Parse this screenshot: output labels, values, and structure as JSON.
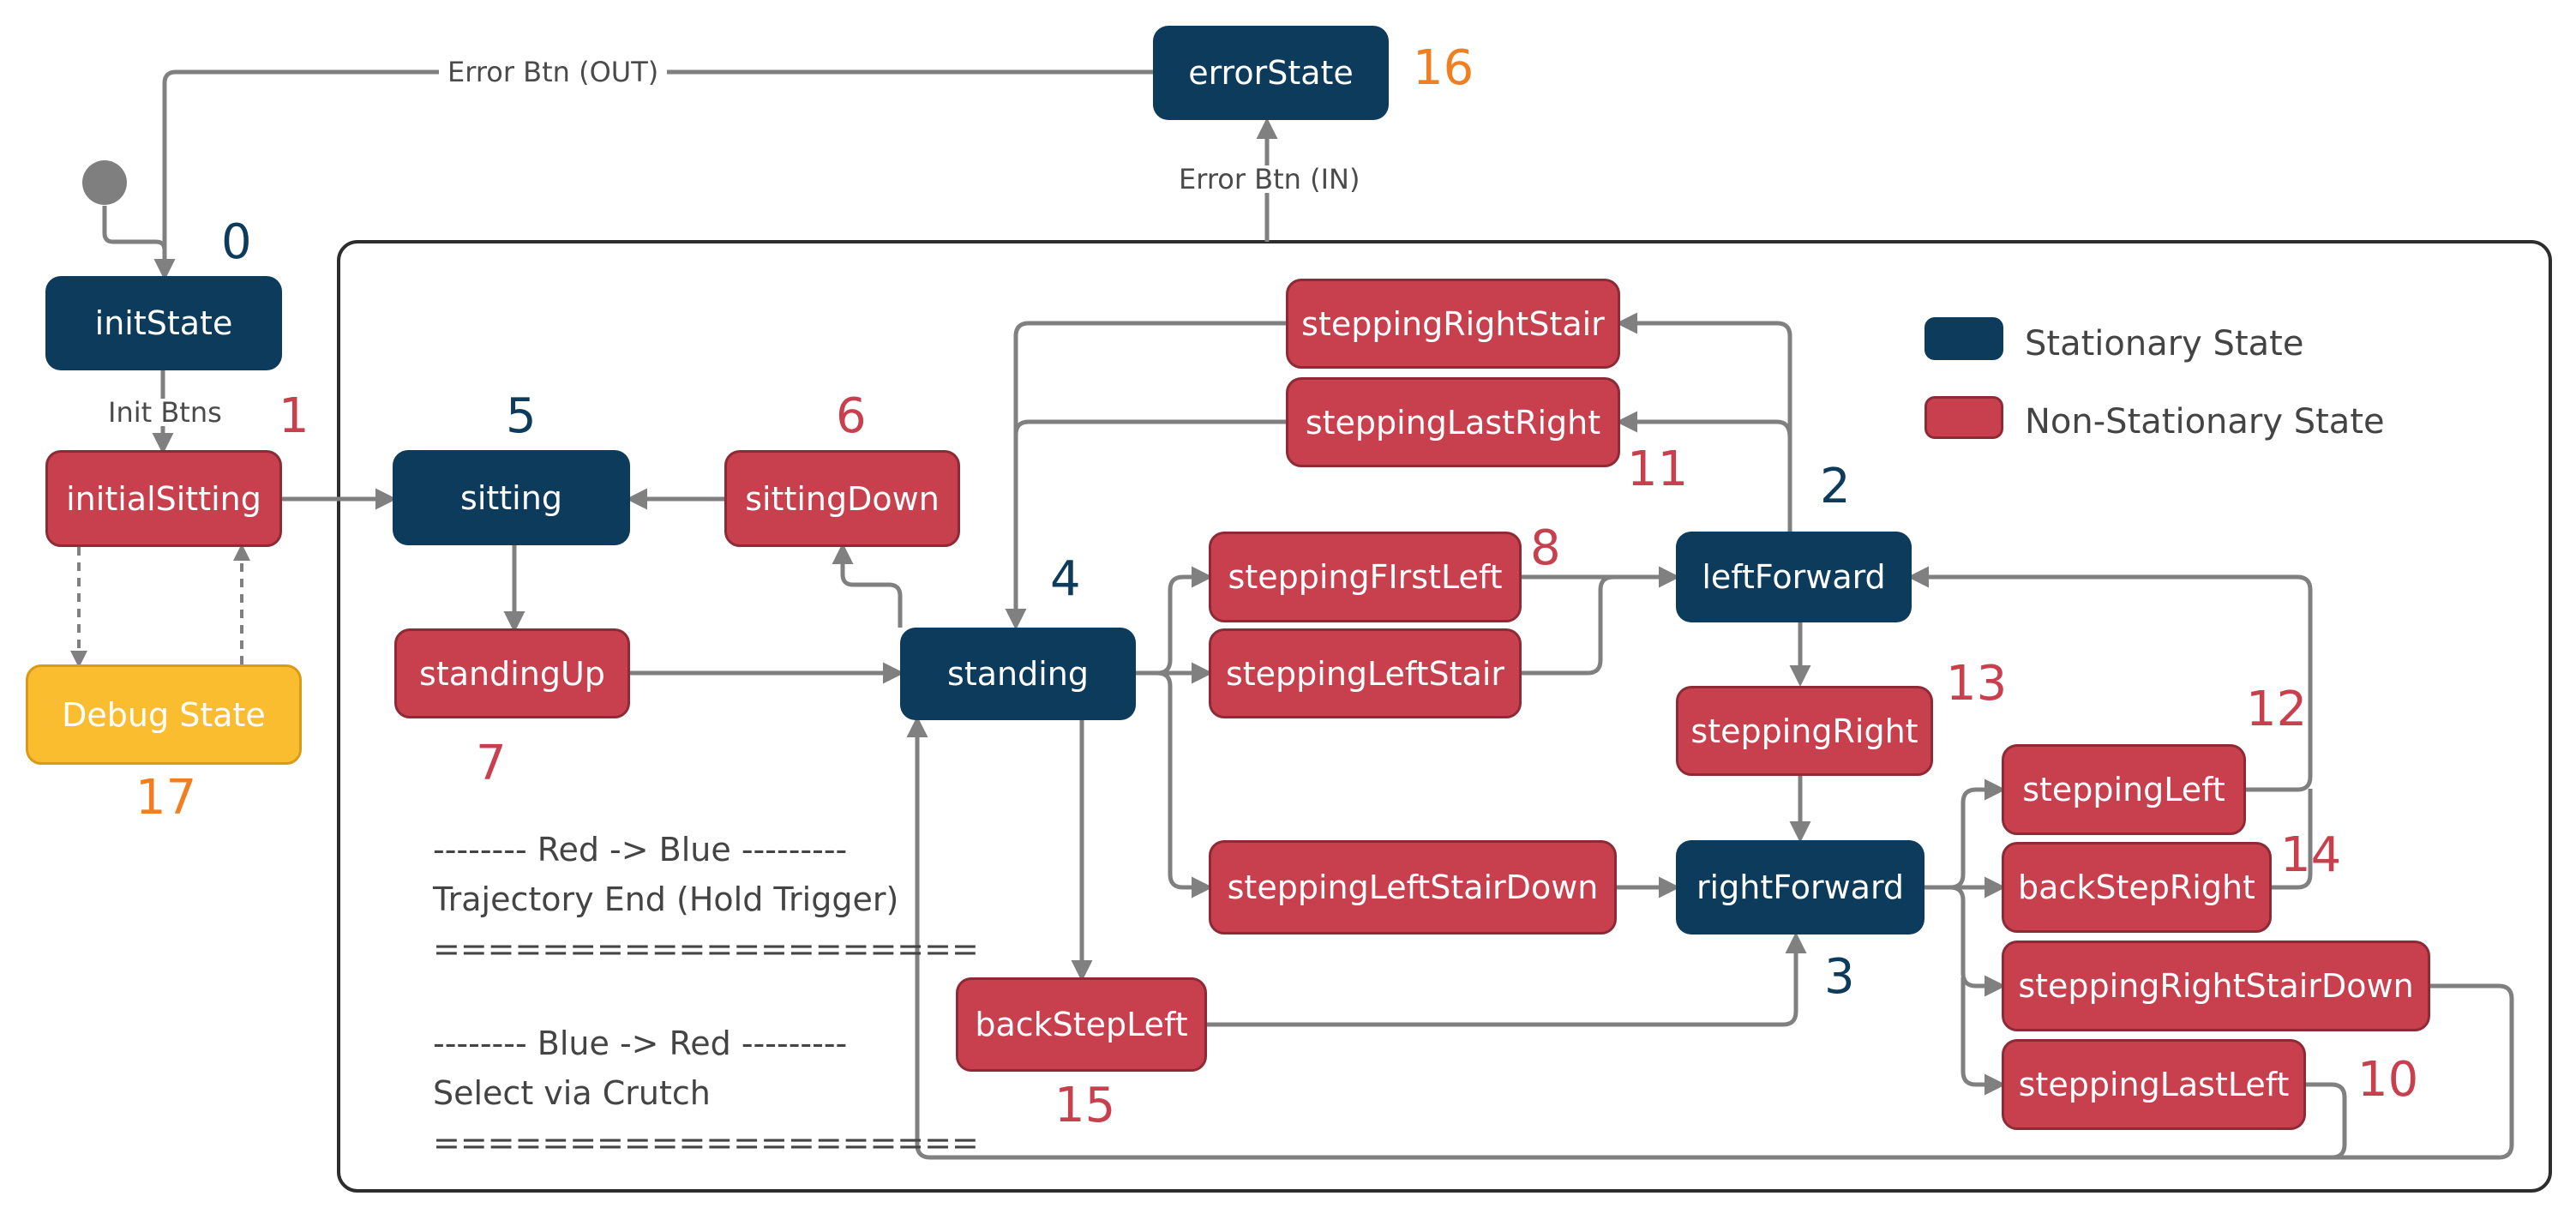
{
  "states": {
    "initState": "initState",
    "initialSitting": "initialSitting",
    "debugState": "Debug State",
    "sitting": "sitting",
    "sittingDown": "sittingDown",
    "standingUp": "standingUp",
    "standing": "standing",
    "errorState": "errorState",
    "steppingRightStair": "steppingRightStair",
    "steppingLastRight": "steppingLastRight",
    "steppingFirstLeft": "steppingFIrstLeft",
    "steppingLeftStair": "steppingLeftStair",
    "leftForward": "leftForward",
    "steppingRight": "steppingRight",
    "rightForward": "rightForward",
    "steppingLeft": "steppingLeft",
    "backStepRight": "backStepRight",
    "steppingRightStairDown": "steppingRightStairDown",
    "steppingLastLeft": "steppingLastLeft",
    "steppingLeftStairDown": "steppingLeftStairDown",
    "backStepLeft": "backStepLeft"
  },
  "numbers": {
    "initState": "0",
    "initialSitting": "1",
    "leftForward": "2",
    "rightForward": "3",
    "standing": "4",
    "sitting": "5",
    "sittingDown": "6",
    "standingUp": "7",
    "steppingFirstLeft": "8",
    "steppingLastLeft": "10",
    "steppingLastRight": "11",
    "steppingLeft": "12",
    "steppingRight": "13",
    "backStepRight": "14",
    "backStepLeft": "15",
    "errorState": "16",
    "debugState": "17"
  },
  "edge_labels": {
    "error_out": "Error Btn (OUT)",
    "error_in": "Error Btn (IN)",
    "init_btns": "Init Btns"
  },
  "legend": {
    "stationary": "Stationary State",
    "non_stationary": "Non-Stationary State"
  },
  "notes": {
    "red_to_blue_header": "-------- Red -> Blue ---------",
    "red_to_blue_text": "Trajectory End (Hold Trigger)",
    "red_to_blue_rule": "====================",
    "blue_to_red_header": "-------- Blue -> Red ---------",
    "blue_to_red_text": "Select via Crutch",
    "blue_to_red_rule": "===================="
  },
  "colors": {
    "stationary": "#0d3b5c",
    "non_stationary": "#c8404d",
    "debug": "#fbbd30",
    "number_blue": "#0d3b5c",
    "number_red": "#c8404d",
    "number_orange": "#f07f22",
    "connector": "#808080"
  }
}
